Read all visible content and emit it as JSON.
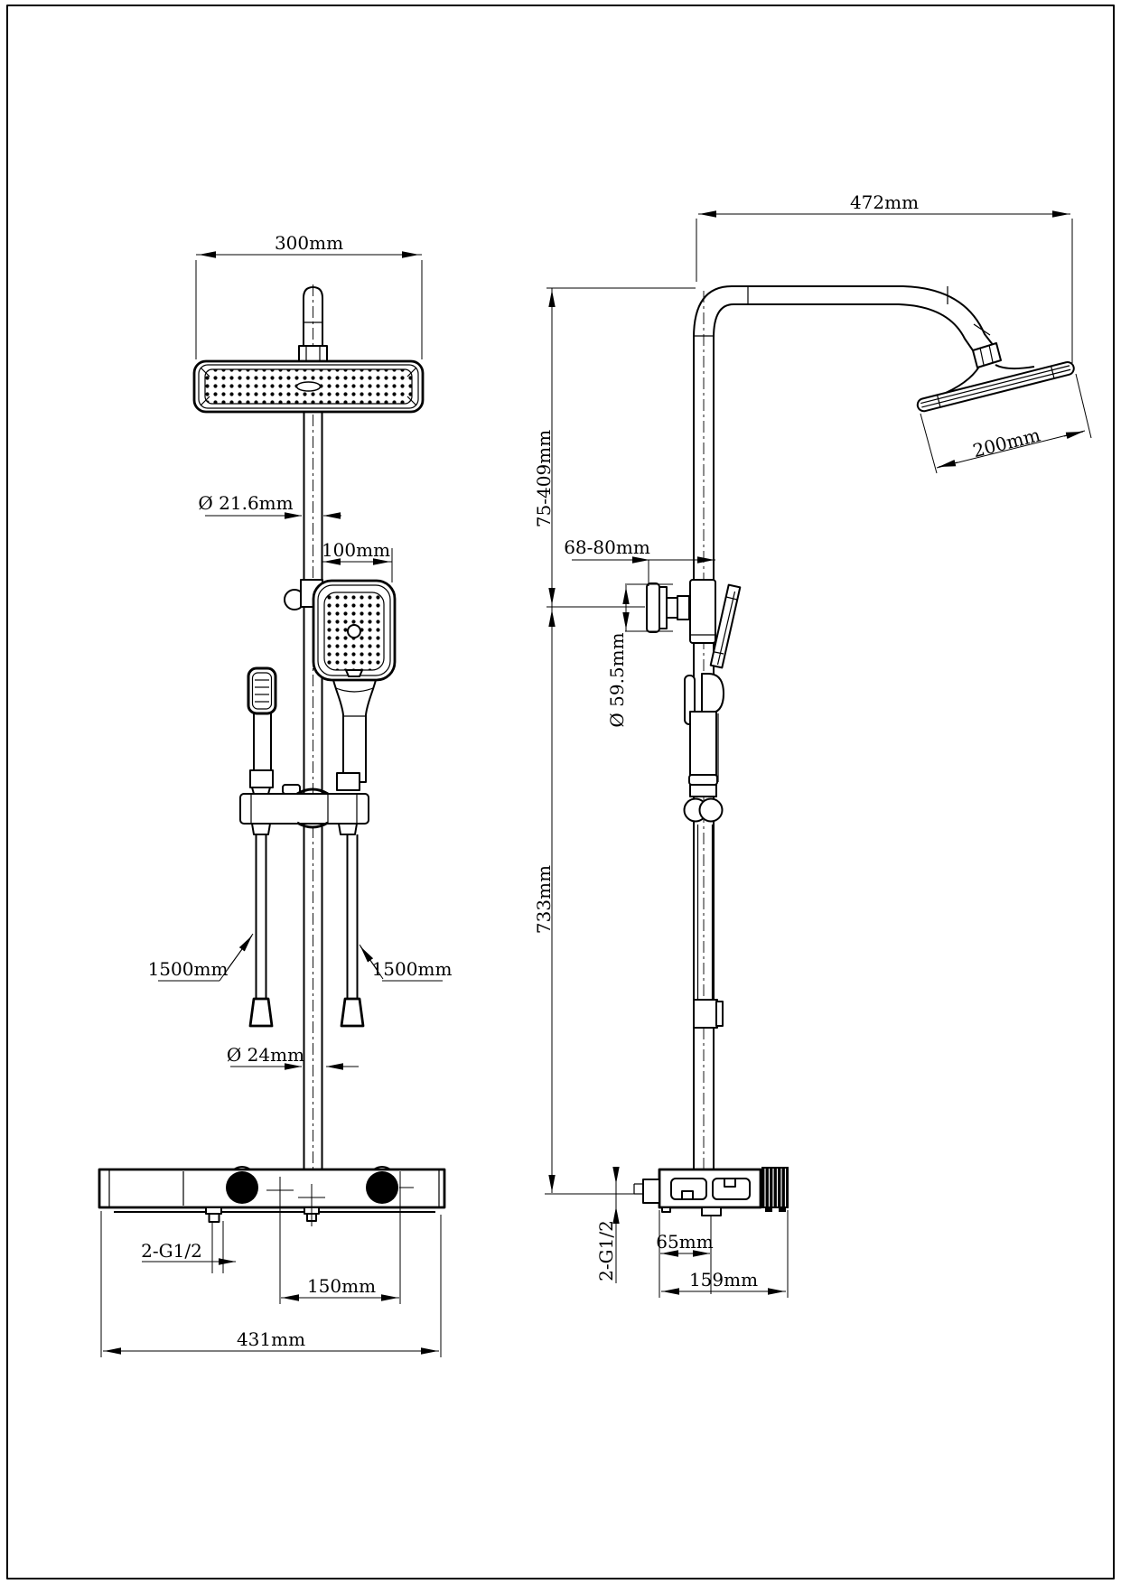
{
  "colors": {
    "line": "#000000",
    "background": "#ffffff"
  },
  "views": {
    "front": {
      "labels": {
        "head_width": "300mm",
        "pipe_upper_dia": "Ø 21.6mm",
        "hand_shower_width": "100mm",
        "hose_left_length": "1500mm",
        "hose_right_length": "1500mm",
        "pipe_lower_dia": "Ø 24mm",
        "thread": "2-G1/2",
        "inlet_spacing": "150mm",
        "total_width": "431mm"
      }
    },
    "side": {
      "labels": {
        "arm_reach": "472mm",
        "upper_height_range": "75-409mm",
        "wall_clearance": "68-80mm",
        "bracket_dia": "Ø 59.5mm",
        "lower_height": "733mm",
        "head_depth": "200mm",
        "thread": "2-G1/2",
        "outlet_offset": "65mm",
        "body_depth": "159mm"
      }
    }
  }
}
